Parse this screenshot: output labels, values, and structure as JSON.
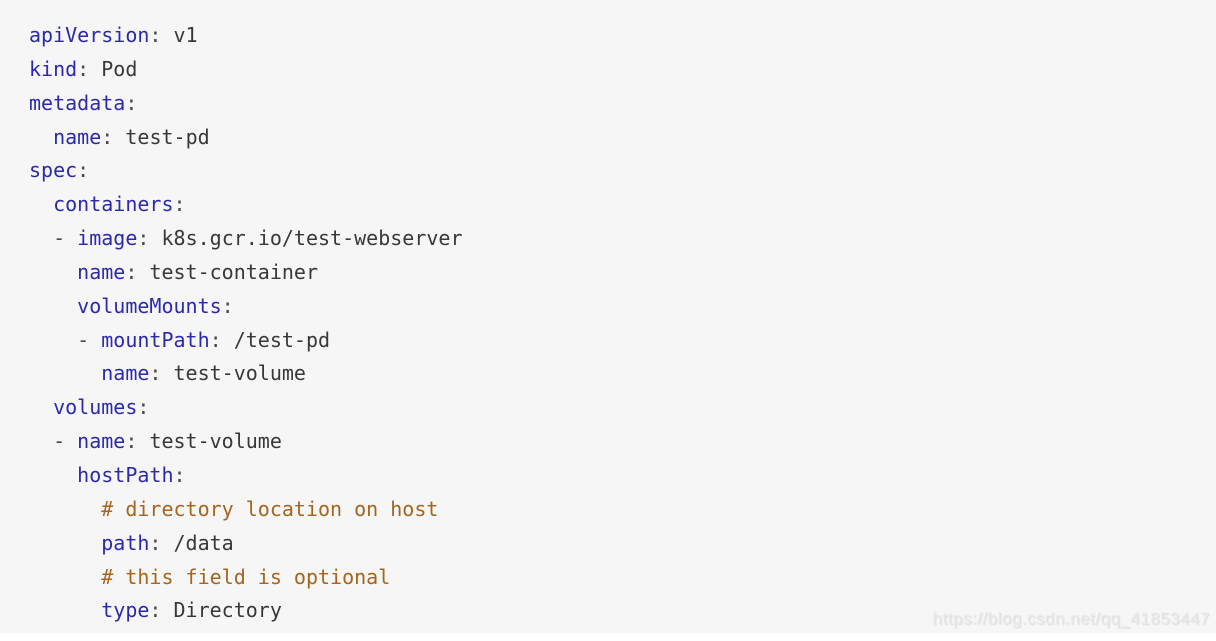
{
  "colors": {
    "page_bg": "#ffffff",
    "code_bg": "#f6f6f6",
    "key": "#2b29ad",
    "punct": "#4a4a4a",
    "value": "#383838",
    "comment": "#a6641c",
    "watermark": "#e9e9e9"
  },
  "watermark": {
    "text": "https://blog.csdn.net/qq_41853447"
  },
  "code": {
    "language": "yaml",
    "lines": [
      [
        {
          "c": "k",
          "t": "apiVersion"
        },
        {
          "c": "p",
          "t": ": "
        },
        {
          "c": "v",
          "t": "v1"
        }
      ],
      [
        {
          "c": "k",
          "t": "kind"
        },
        {
          "c": "p",
          "t": ": "
        },
        {
          "c": "v",
          "t": "Pod"
        }
      ],
      [
        {
          "c": "k",
          "t": "metadata"
        },
        {
          "c": "p",
          "t": ":"
        }
      ],
      [
        {
          "c": "p",
          "t": "  "
        },
        {
          "c": "k",
          "t": "name"
        },
        {
          "c": "p",
          "t": ": "
        },
        {
          "c": "v",
          "t": "test-pd"
        }
      ],
      [
        {
          "c": "k",
          "t": "spec"
        },
        {
          "c": "p",
          "t": ":"
        }
      ],
      [
        {
          "c": "p",
          "t": "  "
        },
        {
          "c": "k",
          "t": "containers"
        },
        {
          "c": "p",
          "t": ":"
        }
      ],
      [
        {
          "c": "p",
          "t": "  - "
        },
        {
          "c": "k",
          "t": "image"
        },
        {
          "c": "p",
          "t": ": "
        },
        {
          "c": "v",
          "t": "k8s.gcr.io/test-webserver"
        }
      ],
      [
        {
          "c": "p",
          "t": "    "
        },
        {
          "c": "k",
          "t": "name"
        },
        {
          "c": "p",
          "t": ": "
        },
        {
          "c": "v",
          "t": "test-container"
        }
      ],
      [
        {
          "c": "p",
          "t": "    "
        },
        {
          "c": "k",
          "t": "volumeMounts"
        },
        {
          "c": "p",
          "t": ":"
        }
      ],
      [
        {
          "c": "p",
          "t": "    - "
        },
        {
          "c": "k",
          "t": "mountPath"
        },
        {
          "c": "p",
          "t": ": "
        },
        {
          "c": "v",
          "t": "/test-pd"
        }
      ],
      [
        {
          "c": "p",
          "t": "      "
        },
        {
          "c": "k",
          "t": "name"
        },
        {
          "c": "p",
          "t": ": "
        },
        {
          "c": "v",
          "t": "test-volume"
        }
      ],
      [
        {
          "c": "p",
          "t": "  "
        },
        {
          "c": "k",
          "t": "volumes"
        },
        {
          "c": "p",
          "t": ":"
        }
      ],
      [
        {
          "c": "p",
          "t": "  - "
        },
        {
          "c": "k",
          "t": "name"
        },
        {
          "c": "p",
          "t": ": "
        },
        {
          "c": "v",
          "t": "test-volume"
        }
      ],
      [
        {
          "c": "p",
          "t": "    "
        },
        {
          "c": "k",
          "t": "hostPath"
        },
        {
          "c": "p",
          "t": ":"
        }
      ],
      [
        {
          "c": "p",
          "t": "      "
        },
        {
          "c": "c",
          "t": "# directory location on host"
        }
      ],
      [
        {
          "c": "p",
          "t": "      "
        },
        {
          "c": "k",
          "t": "path"
        },
        {
          "c": "p",
          "t": ": "
        },
        {
          "c": "v",
          "t": "/data"
        }
      ],
      [
        {
          "c": "p",
          "t": "      "
        },
        {
          "c": "c",
          "t": "# this field is optional"
        }
      ],
      [
        {
          "c": "p",
          "t": "      "
        },
        {
          "c": "k",
          "t": "type"
        },
        {
          "c": "p",
          "t": ": "
        },
        {
          "c": "v",
          "t": "Directory"
        }
      ]
    ]
  }
}
